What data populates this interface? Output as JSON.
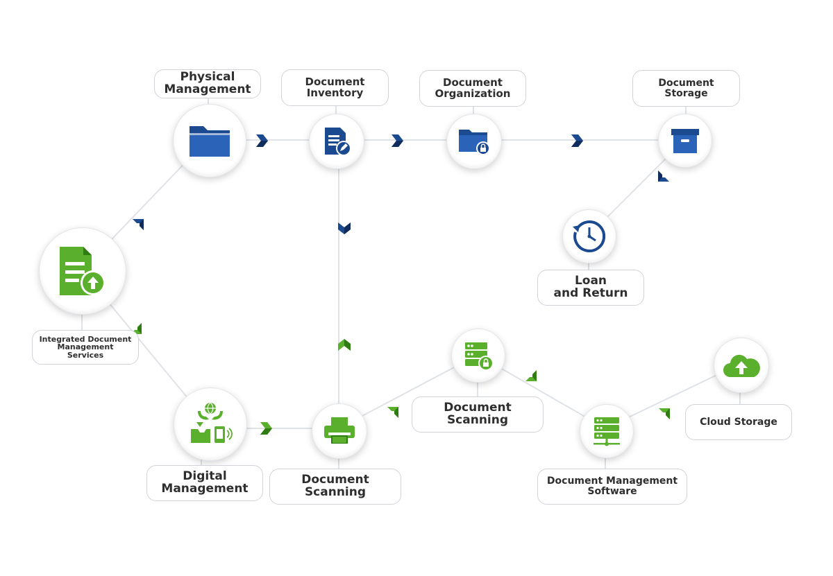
{
  "colors": {
    "blue": "#1b4a91",
    "blue_dark": "#0f2c5c",
    "green": "#5ab02c",
    "green_dark": "#2f7d12",
    "line": "#dfe2e6"
  },
  "nodes": {
    "integrated": {
      "label": "Integrated Document\nManagement\nServices",
      "icon": "document-upload-icon"
    },
    "physical": {
      "label": "Physical\nManagement",
      "icon": "folder-icon"
    },
    "inventory": {
      "label": "Document\nInventory",
      "icon": "document-edit-icon"
    },
    "organization": {
      "label": "Document\nOrganization",
      "icon": "folder-lock-icon"
    },
    "storage": {
      "label": "Document\nStorage",
      "icon": "archive-box-icon"
    },
    "loan": {
      "label": "Loan\nand Return",
      "icon": "clock-cycle-icon"
    },
    "digital": {
      "label": "Digital\nManagement",
      "icon": "digital-devices-icon"
    },
    "scanning1": {
      "label": "Document\nScanning",
      "icon": "printer-icon"
    },
    "scanning2": {
      "label": "Document\nScanning",
      "icon": "server-lock-icon"
    },
    "software": {
      "label": "Document Management\nSoftware",
      "icon": "server-network-icon"
    },
    "cloud": {
      "label": "Cloud Storage",
      "icon": "cloud-upload-icon"
    }
  }
}
